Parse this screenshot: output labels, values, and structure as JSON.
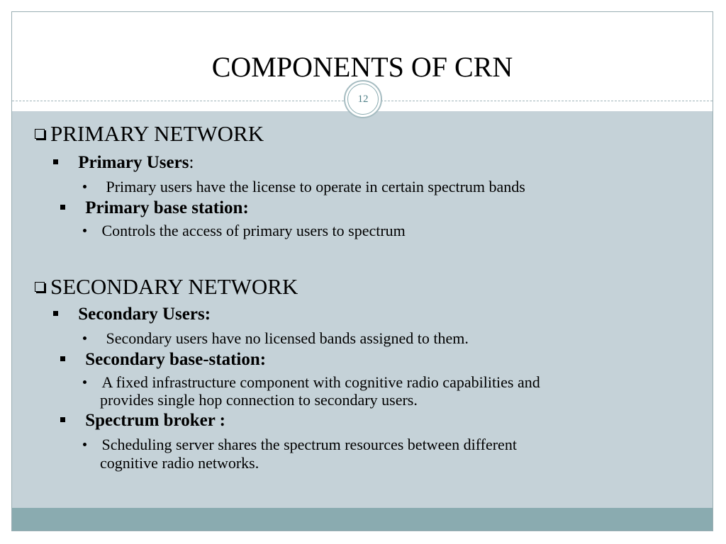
{
  "slide": {
    "title": "COMPONENTS OF CRN",
    "number": "12"
  },
  "sections": [
    {
      "heading": "PRIMARY NETWORK",
      "items": [
        {
          "label": "Primary Users",
          "suffix": ":",
          "detail": [
            "Primary users have the license to operate in certain spectrum bands"
          ]
        },
        {
          "label": "Primary base station:",
          "suffix": "",
          "detail": [
            "Controls the access of primary users to spectrum"
          ]
        }
      ]
    },
    {
      "heading": "SECONDARY NETWORK",
      "items": [
        {
          "label": "Secondary Users:",
          "suffix": "",
          "detail": [
            "Secondary users have no licensed bands assigned to them."
          ]
        },
        {
          "label": "Secondary base-station:",
          "suffix": "",
          "detail": [
            "A fixed infrastructure component with cognitive radio capabilities and",
            "provides single hop connection to secondary users."
          ]
        },
        {
          "label": "Spectrum broker :",
          "suffix": "",
          "detail": [
            "Scheduling server shares the spectrum resources between different",
            "cognitive radio networks."
          ]
        }
      ]
    }
  ],
  "colors": {
    "content_background": "#c5d2d8",
    "footer_bar": "#8aabb0",
    "accent": "#4f7f87"
  }
}
